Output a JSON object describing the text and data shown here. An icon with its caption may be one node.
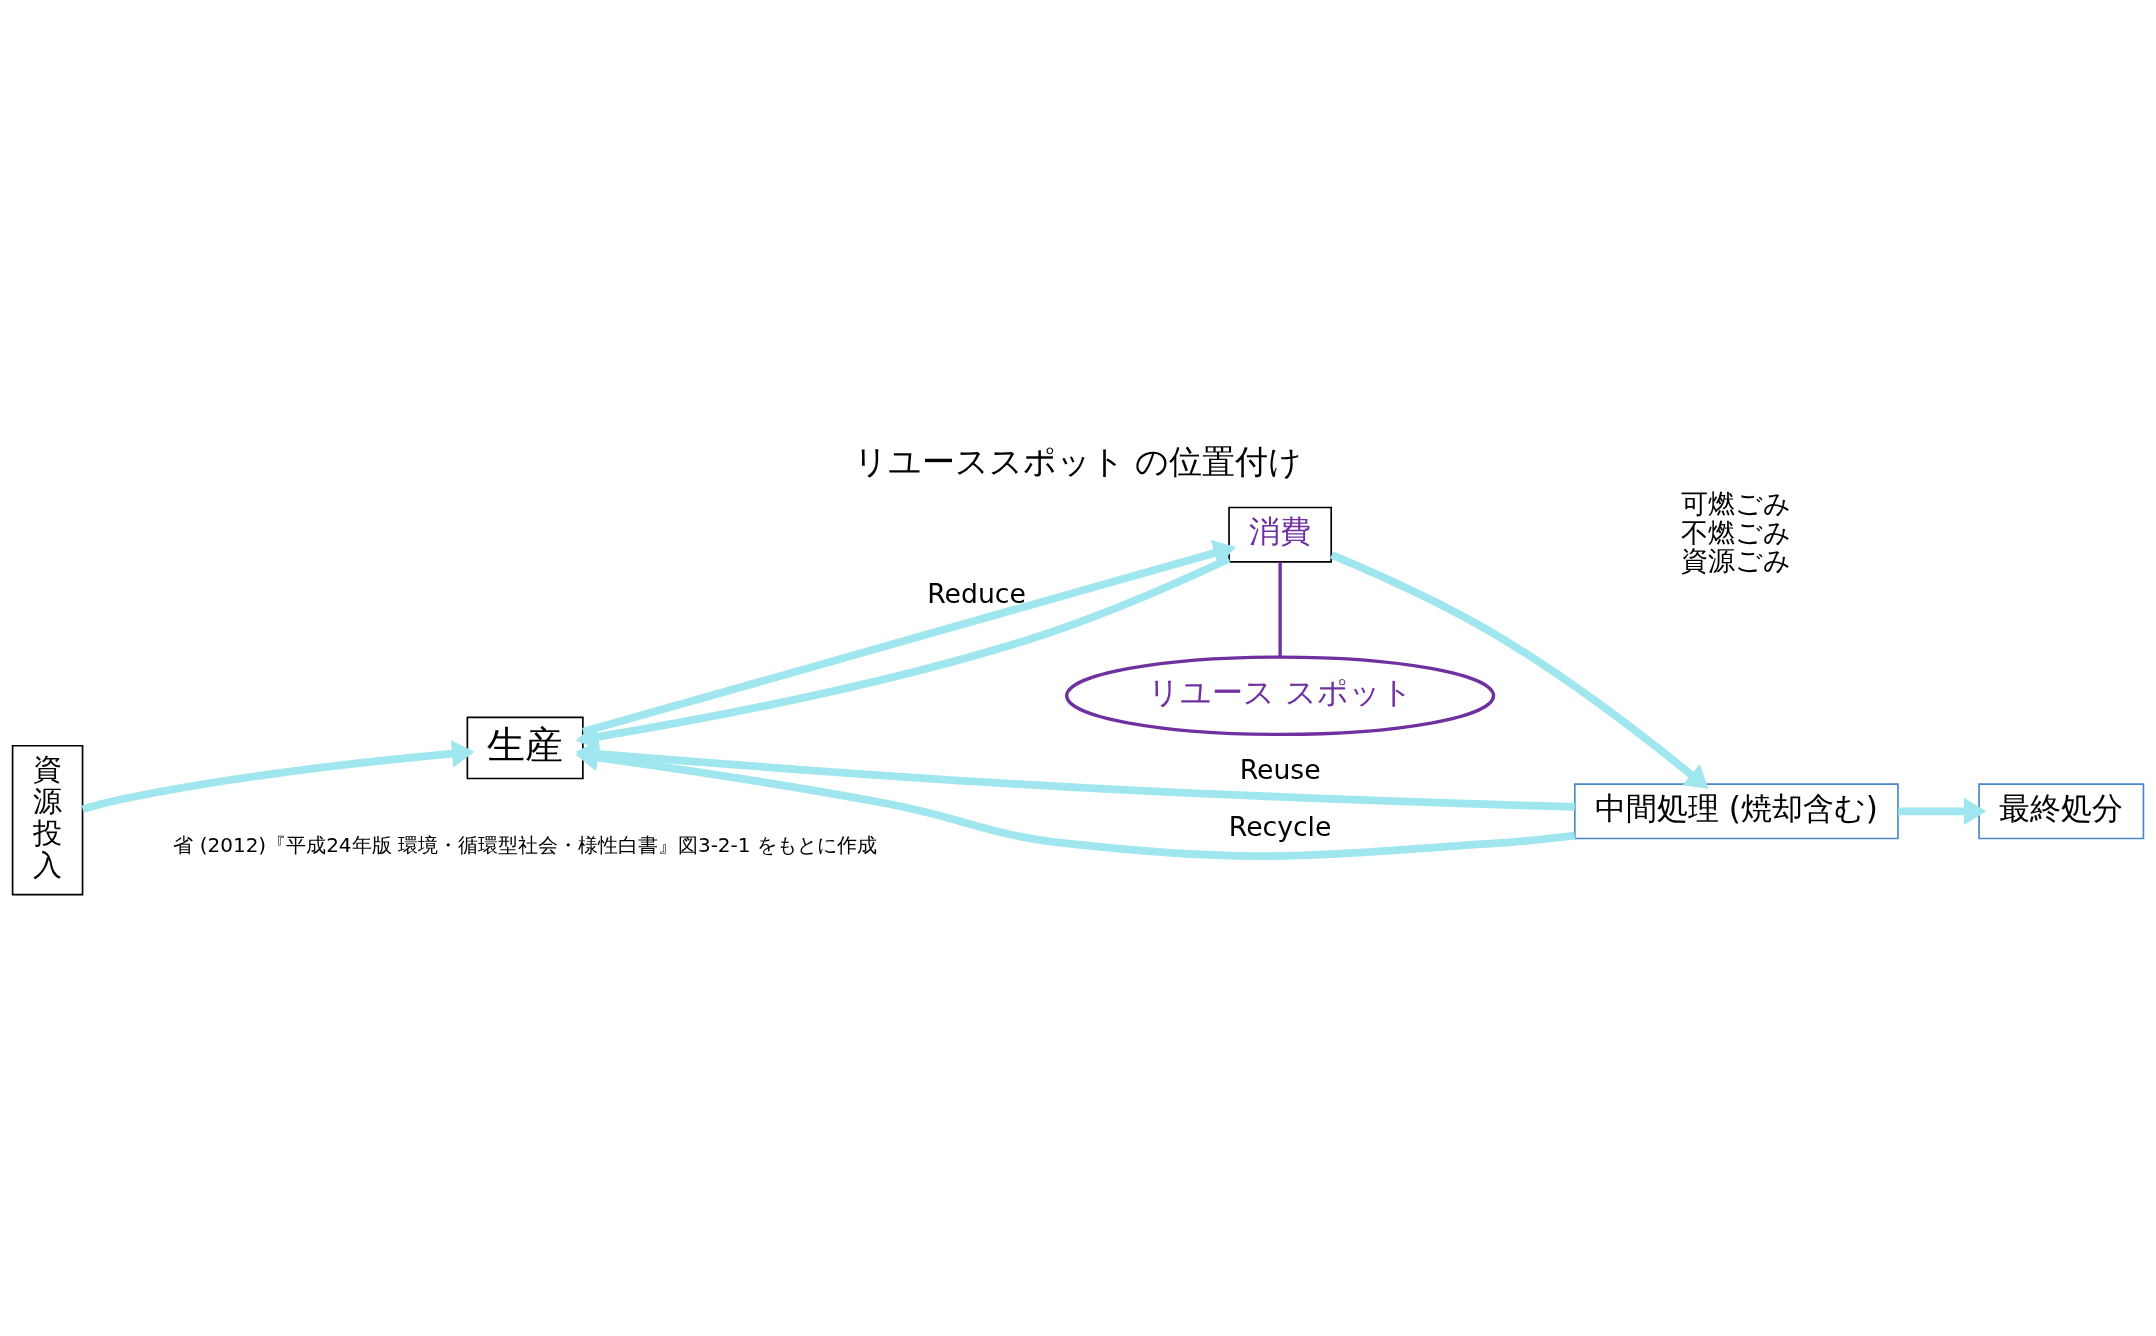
{
  "diagram": {
    "title": "リユーススポット の位置付け",
    "caption": "省 (2012)『平成24年版 環境・循環型社会・様性白書』図3-2-1 をもとに作成",
    "nodes": [
      {
        "text": [
          "資源投入"
        ]
      },
      {
        "text": [
          "生産"
        ]
      },
      {
        "text": [
          "消費"
        ]
      },
      {
        "text": [
          "リユース スポット"
        ]
      },
      {
        "text": [
          "中間処理 (焼却含む)"
        ]
      },
      {
        "text": [
          "最終処分"
        ]
      }
    ],
    "edges": [
      {
        "from": 0,
        "to": 1,
        "arrow": "to"
      },
      {
        "from": 1,
        "to": 2,
        "arrow": "to",
        "label": "Reduce"
      },
      {
        "from": 2,
        "to": 1,
        "arrow": "to"
      },
      {
        "from": 4,
        "to": 1,
        "arrow": "to",
        "label": "Reuse"
      },
      {
        "from": 4,
        "to": 1,
        "arrow": "to",
        "label": "Recycle"
      },
      {
        "from": 2,
        "to": 4,
        "arrow": "to"
      },
      {
        "from": 4,
        "to": 5,
        "arrow": "to"
      },
      {
        "from": 2,
        "to": 3,
        "arrow": "none",
        "color": "#7030a0"
      }
    ],
    "labels": [
      "可燃ごみ",
      "不燃ごみ",
      "資源ごみ"
    ]
  }
}
